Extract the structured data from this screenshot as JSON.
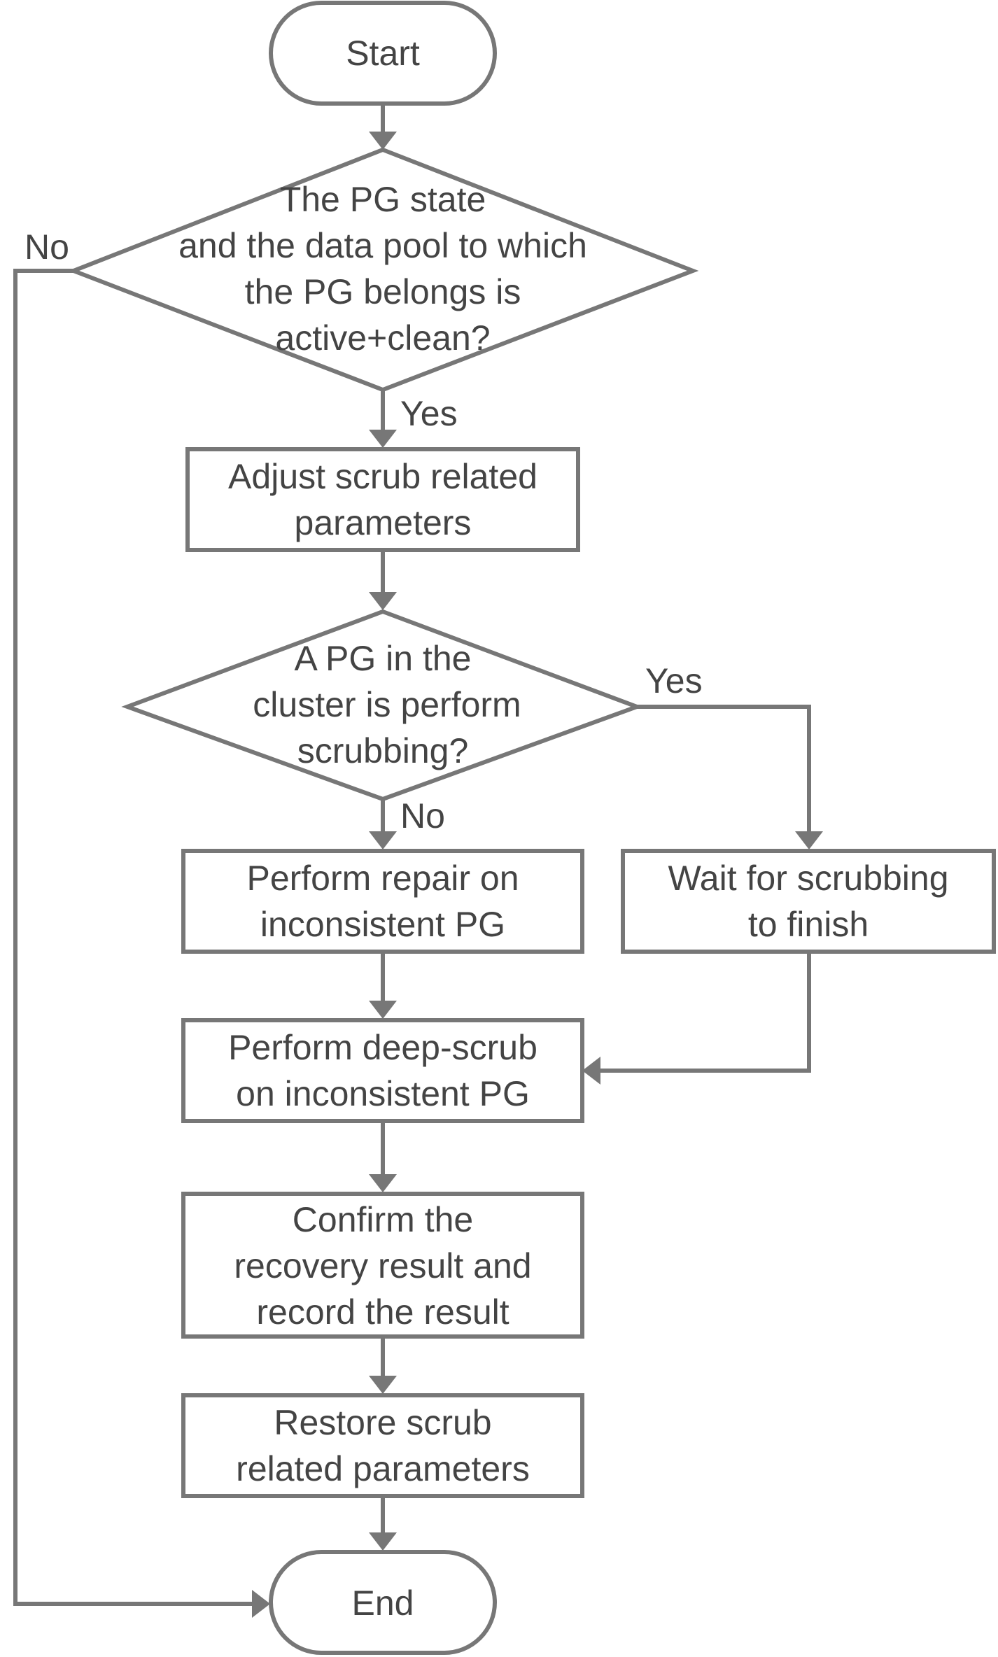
{
  "flowchart": {
    "start": "Start",
    "end": "End",
    "decision_state": {
      "line1": "The PG state",
      "line2": "and the data pool to which",
      "line3": "the PG belongs is",
      "line4": "active+clean?"
    },
    "decision_scrubbing": {
      "line1": "A PG in the",
      "line2": "cluster is perform",
      "line3": "scrubbing?"
    },
    "adjust_params": {
      "line1": "Adjust scrub related",
      "line2": "parameters"
    },
    "repair": {
      "line1": "Perform repair on",
      "line2": "inconsistent PG"
    },
    "wait": {
      "line1": "Wait for scrubbing",
      "line2": "to finish"
    },
    "deep_scrub": {
      "line1": "Perform deep-scrub",
      "line2": "on inconsistent PG"
    },
    "confirm": {
      "line1": "Confirm the",
      "line2": "recovery result and",
      "line3": "record the result"
    },
    "restore": {
      "line1": "Restore scrub",
      "line2": "related parameters"
    },
    "labels": {
      "no_left": "No",
      "yes_state": "Yes",
      "yes_scrubbing": "Yes",
      "no_scrubbing": "No"
    },
    "colors": {
      "stroke": "#777777",
      "text": "#444444"
    }
  }
}
